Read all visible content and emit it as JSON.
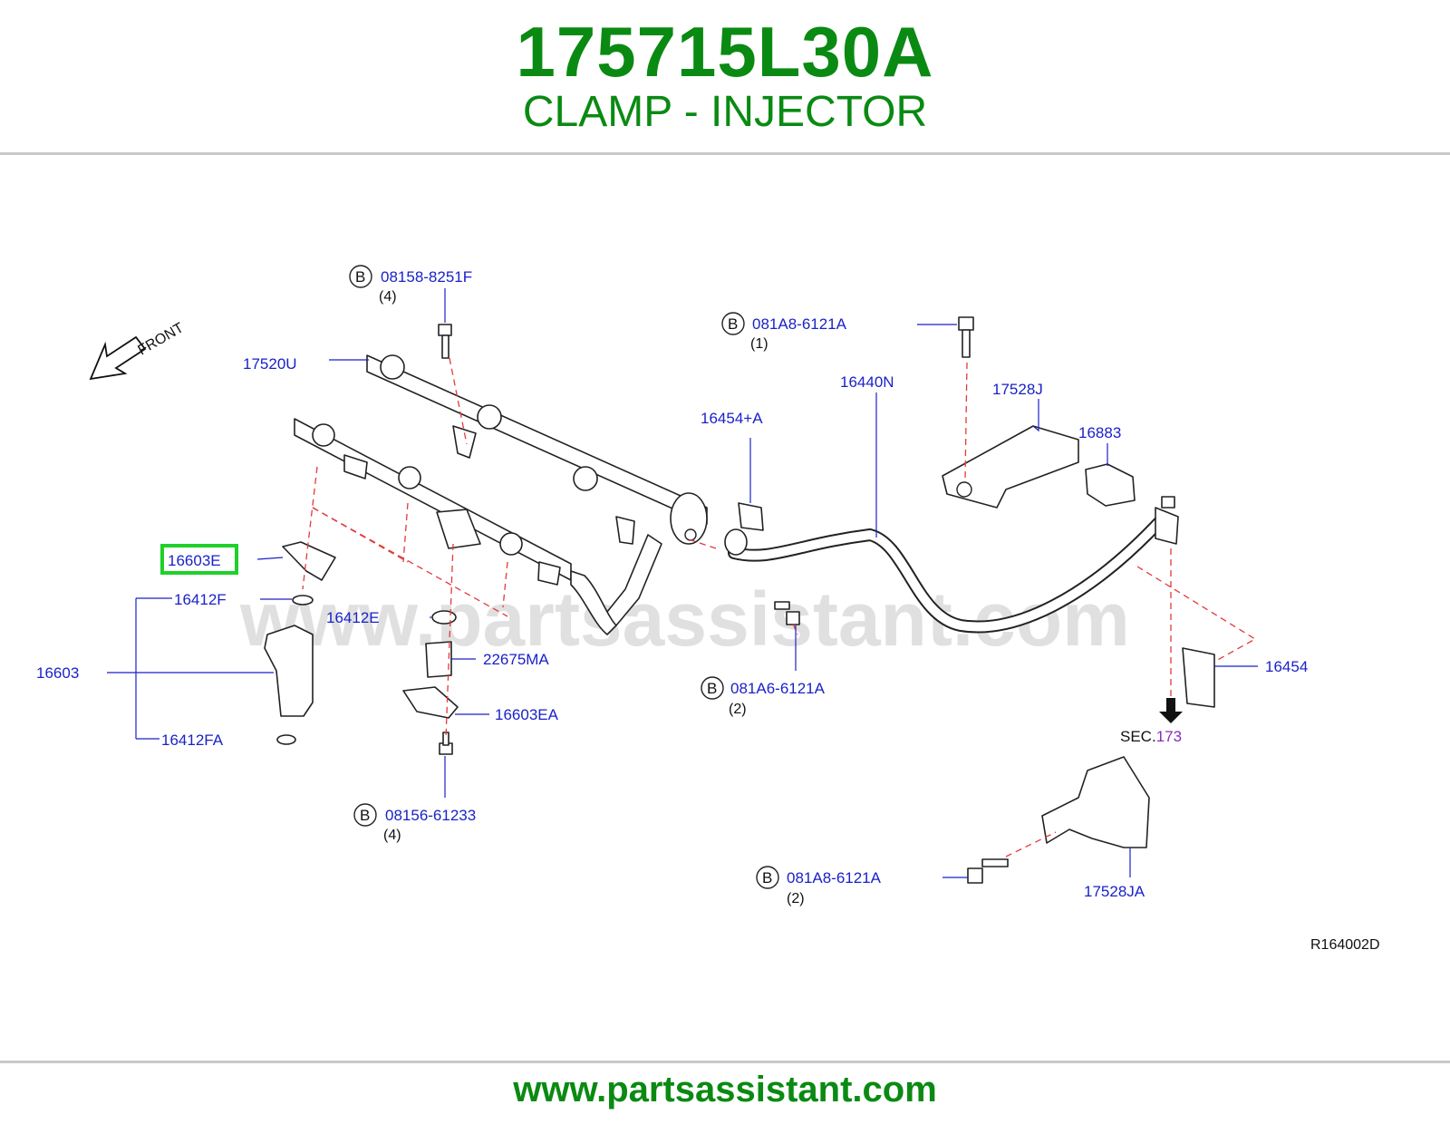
{
  "header": {
    "part_number": "175715L30A",
    "description": "CLAMP - INJECTOR"
  },
  "footer": {
    "website": "www.partsassistant.com"
  },
  "diagram": {
    "watermark": "www.partsassistant.com",
    "front_label": "FRONT",
    "diagram_code": "R164002D",
    "highlight_color": "#1fd02a",
    "title_color": "#0a8a12",
    "label_color": "#1a22c8",
    "callouts": {
      "c_08158_8251F": "08158-8251F",
      "c_08158_qty": "(4)",
      "c_17520U": "17520U",
      "c_081A8_6121A_top": "081A8-6121A",
      "c_081A8_top_qty": "(1)",
      "c_16440N": "16440N",
      "c_17528J": "17528J",
      "c_16454A": "16454+A",
      "c_16883": "16883",
      "c_16603E": "16603E",
      "c_16412F": "16412F",
      "c_16412E": "16412E",
      "c_16603": "16603",
      "c_22675MA": "22675MA",
      "c_16603EA": "16603EA",
      "c_16412FA": "16412FA",
      "c_08156_61233": "08156-61233",
      "c_08156_qty": "(4)",
      "c_081A6_6121A": "081A6-6121A",
      "c_081A6_qty": "(2)",
      "c_16454": "16454",
      "sec_prefix": "SEC.",
      "sec_number": "173",
      "c_17528JA": "17528JA",
      "c_081A8_6121A_bottom": "081A8-6121A",
      "c_081A8_bottom_qty": "(2)",
      "bolt_marker": "B"
    }
  }
}
